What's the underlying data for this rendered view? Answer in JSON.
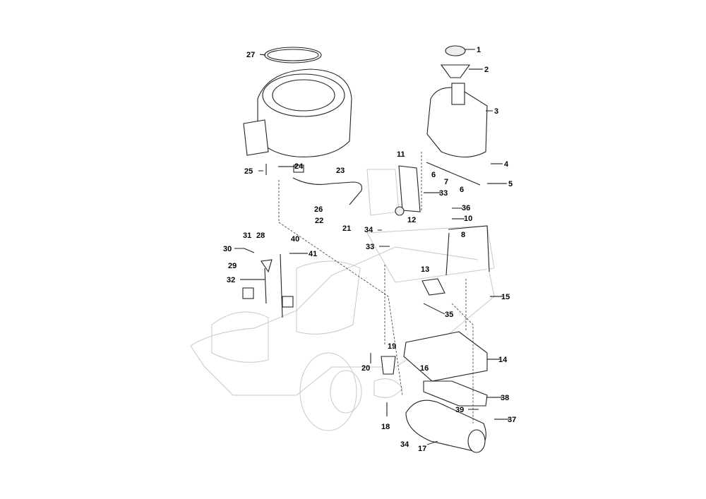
{
  "diagram": {
    "type": "exploded parts diagram",
    "callouts": [
      {
        "id": "c27",
        "text": "27"
      },
      {
        "id": "c1",
        "text": "1"
      },
      {
        "id": "c2",
        "text": "2"
      },
      {
        "id": "c3",
        "text": "3"
      },
      {
        "id": "c4",
        "text": "4"
      },
      {
        "id": "c5",
        "text": "5"
      },
      {
        "id": "c6a",
        "text": "6"
      },
      {
        "id": "c7",
        "text": "7"
      },
      {
        "id": "c6b",
        "text": "6"
      },
      {
        "id": "c11",
        "text": "11"
      },
      {
        "id": "c24",
        "text": "24"
      },
      {
        "id": "c23",
        "text": "23"
      },
      {
        "id": "c25",
        "text": "25"
      },
      {
        "id": "c33a",
        "text": "33"
      },
      {
        "id": "c26",
        "text": "26"
      },
      {
        "id": "c36",
        "text": "36"
      },
      {
        "id": "c10",
        "text": "10"
      },
      {
        "id": "c22",
        "text": "22"
      },
      {
        "id": "c21",
        "text": "21"
      },
      {
        "id": "c12",
        "text": "12"
      },
      {
        "id": "c34a",
        "text": "34"
      },
      {
        "id": "c8",
        "text": "8"
      },
      {
        "id": "c31",
        "text": "31"
      },
      {
        "id": "c28",
        "text": "28"
      },
      {
        "id": "c40",
        "text": "40"
      },
      {
        "id": "c33b",
        "text": "33"
      },
      {
        "id": "c30",
        "text": "30"
      },
      {
        "id": "c41",
        "text": "41"
      },
      {
        "id": "c29",
        "text": "29"
      },
      {
        "id": "c13",
        "text": "13"
      },
      {
        "id": "c32",
        "text": "32"
      },
      {
        "id": "c15",
        "text": "15"
      },
      {
        "id": "c35",
        "text": "35"
      },
      {
        "id": "c19",
        "text": "19"
      },
      {
        "id": "c14",
        "text": "14"
      },
      {
        "id": "c20",
        "text": "20"
      },
      {
        "id": "c16",
        "text": "16"
      },
      {
        "id": "c38",
        "text": "38"
      },
      {
        "id": "c39",
        "text": "39"
      },
      {
        "id": "c37",
        "text": "37"
      },
      {
        "id": "c18",
        "text": "18"
      },
      {
        "id": "c34b",
        "text": "34"
      },
      {
        "id": "c17",
        "text": "17"
      }
    ]
  }
}
